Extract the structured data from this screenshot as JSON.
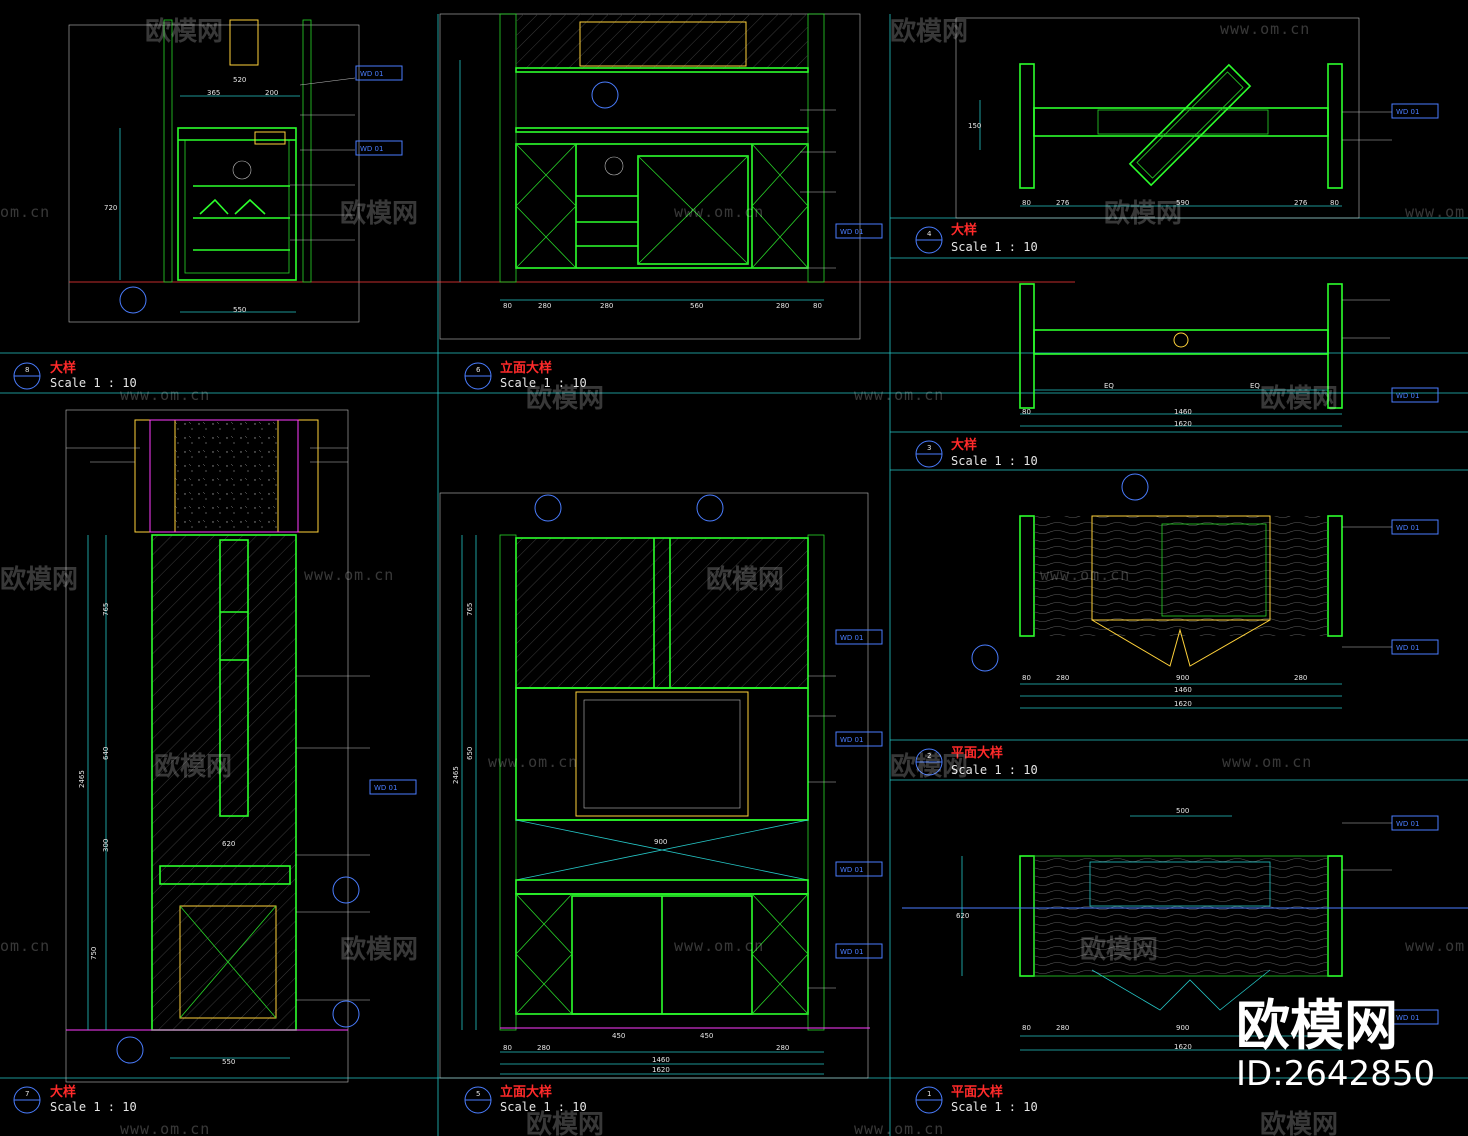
{
  "panels": [
    {
      "id": "8",
      "title": "大样",
      "scale": "Scale 1 : 10"
    },
    {
      "id": "6",
      "title": "立面大样",
      "scale": "Scale 1 : 10"
    },
    {
      "id": "4",
      "title": "大样",
      "scale": "Scale 1 : 10"
    },
    {
      "id": "3",
      "title": "大样",
      "scale": "Scale 1 : 10"
    },
    {
      "id": "2",
      "title": "平面大样",
      "scale": "Scale 1 : 10"
    },
    {
      "id": "7",
      "title": "大样",
      "scale": "Scale 1 : 10"
    },
    {
      "id": "5",
      "title": "立面大样",
      "scale": "Scale 1 : 10"
    },
    {
      "id": "1",
      "title": "平面大样",
      "scale": "Scale 1 : 10"
    }
  ],
  "material_tag": "WD 01",
  "dimensions": {
    "p8_bottom": "550",
    "p8_top": "520",
    "p8_top_a": "365",
    "p8_top_b": "200",
    "p8_h": "720",
    "p6_a": "80",
    "p6_b": "280",
    "p6_c": "280",
    "p6_d": "560",
    "p6_e": "280",
    "p6_f": "80",
    "p4_a": "80",
    "p4_b": "276",
    "p4_c": "590",
    "p4_d": "276",
    "p4_e": "80",
    "p4_h": "150",
    "p3_a": "80",
    "p3_w1": "1460",
    "p3_w2": "1620",
    "p3_eq": "EQ",
    "p2_a": "80",
    "p2_b": "280",
    "p2_c": "900",
    "p2_d": "280",
    "p2_w1": "1460",
    "p2_w2": "1620",
    "p7_h": "2465",
    "p7_top": "765",
    "p7_mid": "640",
    "p7_a": "300",
    "p7_b": "750",
    "p7_w": "550",
    "p7_top2": "620",
    "p5_a": "80",
    "p5_b": "280",
    "p5_c": "900",
    "p5_d": "280",
    "p5_e": "450",
    "p5_w1": "1460",
    "p5_w2": "1620",
    "p5_h": "2465",
    "p5_top": "765",
    "p5_mid": "650",
    "p1_a": "80",
    "p1_b": "280",
    "p1_c": "900",
    "p1_w": "1620",
    "p1_top": "500",
    "p1_h": "620"
  },
  "watermark": {
    "brand": "欧模网",
    "url": "www.om.cn",
    "url_short": "om.cn"
  },
  "logo": {
    "text": "欧模网",
    "id": "ID:2642850"
  },
  "colors": {
    "background": "#000000",
    "frame": "#25c6c6",
    "object": "#2cff2c",
    "title": "#ff2a2a",
    "tag": "#4a7dff"
  }
}
